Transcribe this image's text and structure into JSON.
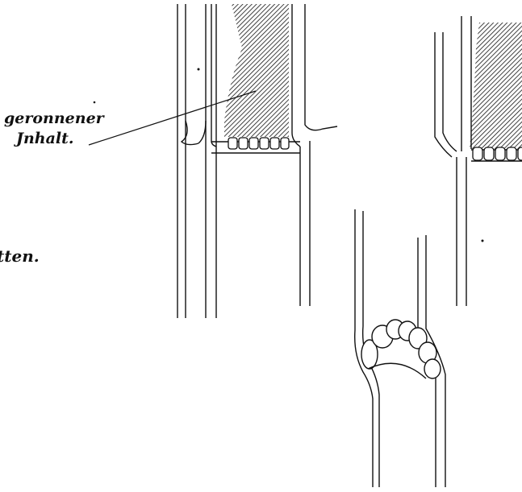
{
  "labels": {
    "label_1_line_1": "geronnener",
    "label_1_line_2": "Jnhalt.",
    "label_2_fragment": "tten."
  },
  "colors": {
    "ink": "#111111",
    "background": "#ffffff"
  }
}
